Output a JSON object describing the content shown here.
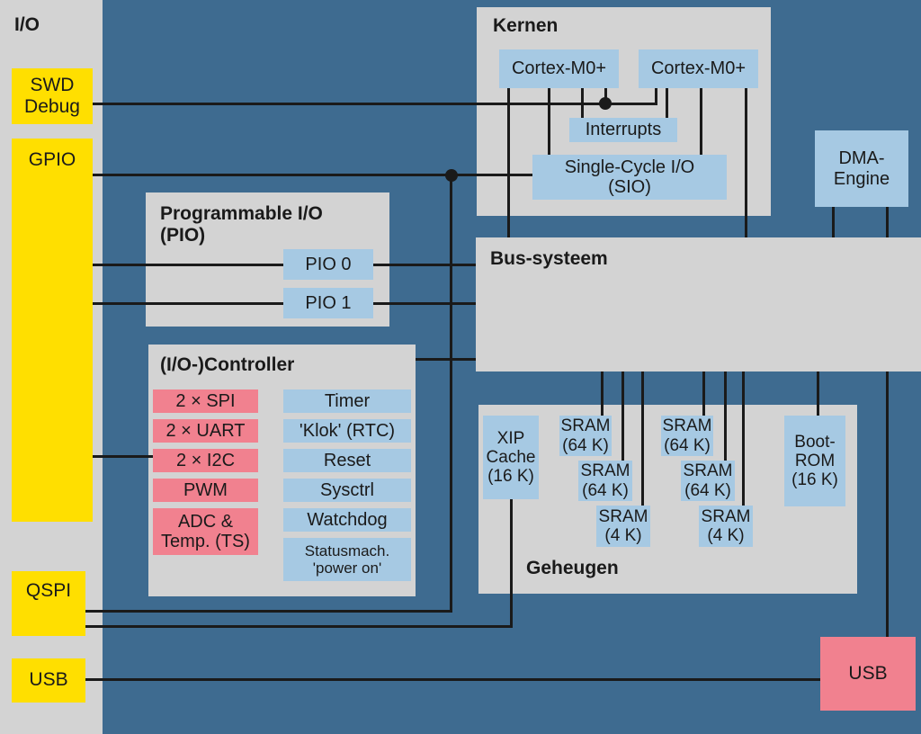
{
  "diagram_title": "RP2040 microcontroller block diagram",
  "colors": {
    "background": "#3e6b90",
    "panel_gray": "#d3d3d3",
    "box_blue": "#a6c9e3",
    "box_yellow": "#ffdf00",
    "box_pink": "#f1818f",
    "line_black": "#1a1a1a"
  },
  "sidebar": {
    "title": "I/O",
    "swd": "SWD\nDebug",
    "gpio": "GPIO",
    "qspi": "QSPI",
    "usb": "USB"
  },
  "kernen": {
    "title": "Kernen",
    "cores": [
      "Cortex-M0+",
      "Cortex-M0+"
    ],
    "interrupts": "Interrupts",
    "sio": "Single-Cycle I/O\n(SIO)"
  },
  "dma": {
    "label": "DMA-\nEngine"
  },
  "pio": {
    "title": "Programmable I/O\n(PIO)",
    "items": [
      "PIO 0",
      "PIO 1"
    ]
  },
  "controller": {
    "title": "(I/O-)Controller",
    "pink": [
      "2 × SPI",
      "2 × UART",
      "2 × I2C",
      "PWM",
      "ADC &\nTemp. (TS)"
    ],
    "blue": [
      "Timer",
      "'Klok' (RTC)",
      "Reset",
      "Sysctrl",
      "Watchdog",
      "Statusmach.\n'power on'"
    ]
  },
  "bus": {
    "title": "Bus-systeem"
  },
  "memory": {
    "title": "Geheugen",
    "xip": "XIP\nCache\n(16 K)",
    "sram": [
      "SRAM\n(64 K)",
      "SRAM\n(64 K)",
      "SRAM\n(4 K)",
      "SRAM\n(64 K)",
      "SRAM\n(64 K)",
      "SRAM\n(4 K)"
    ],
    "bootrom": "Boot-\nROM\n(16 K)"
  },
  "usb_device": {
    "label": "USB"
  }
}
